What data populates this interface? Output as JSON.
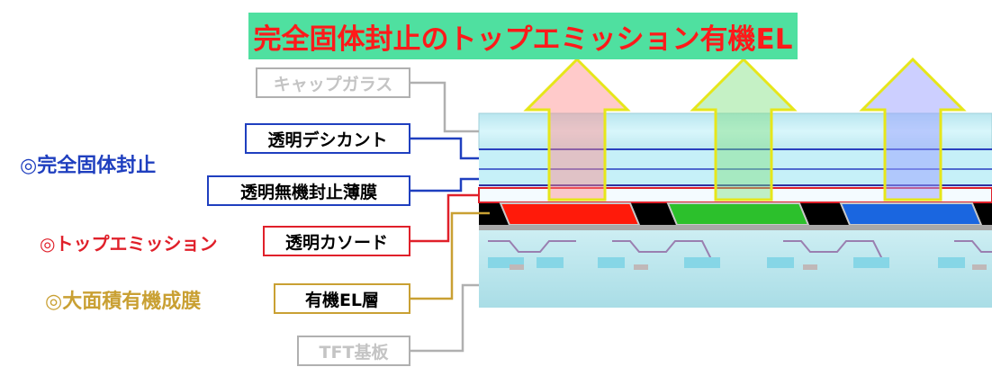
{
  "title": "完全固体封止のトップエミッション有機EL",
  "categories": {
    "solid_sealing": "◎完全固体封止",
    "top_emission": "◎トップエミッション",
    "large_area": "◎大面積有機成膜"
  },
  "layers": {
    "cap_glass": "キャップガラス",
    "desiccant": "透明デシカント",
    "inorganic_film": "透明無機封止薄膜",
    "cathode": "透明カソード",
    "organic_el": "有機EL層",
    "tft_substrate": "TFT基板"
  },
  "colors": {
    "title_bg": "#4fe0a0",
    "title_text": "#ff1a1a",
    "solid_sealing": "#1f3fbf",
    "top_emission": "#e0202a",
    "large_area": "#c9a033",
    "gray": "#b0b0b0",
    "red_pixel": "#ff1a0a",
    "green_pixel": "#2cc02c",
    "blue_pixel": "#1a66e0"
  }
}
